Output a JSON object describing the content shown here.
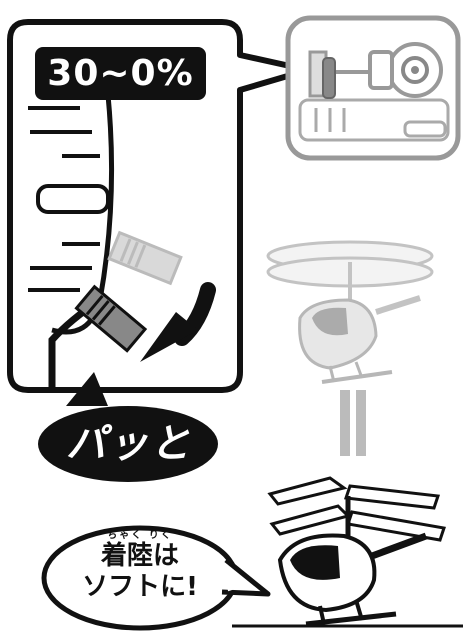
{
  "throttle_badge": {
    "text": "30~0%"
  },
  "action_bubble": {
    "text": "パッと"
  },
  "speech_bubble": {
    "ruby": "ちゃく りく",
    "line1": "着陸は",
    "line2": "ソフトに!"
  },
  "colors": {
    "outline": "#111111",
    "gray": "#888888",
    "light_gray": "#bbbbbb",
    "pale_gray": "#dddddd"
  }
}
